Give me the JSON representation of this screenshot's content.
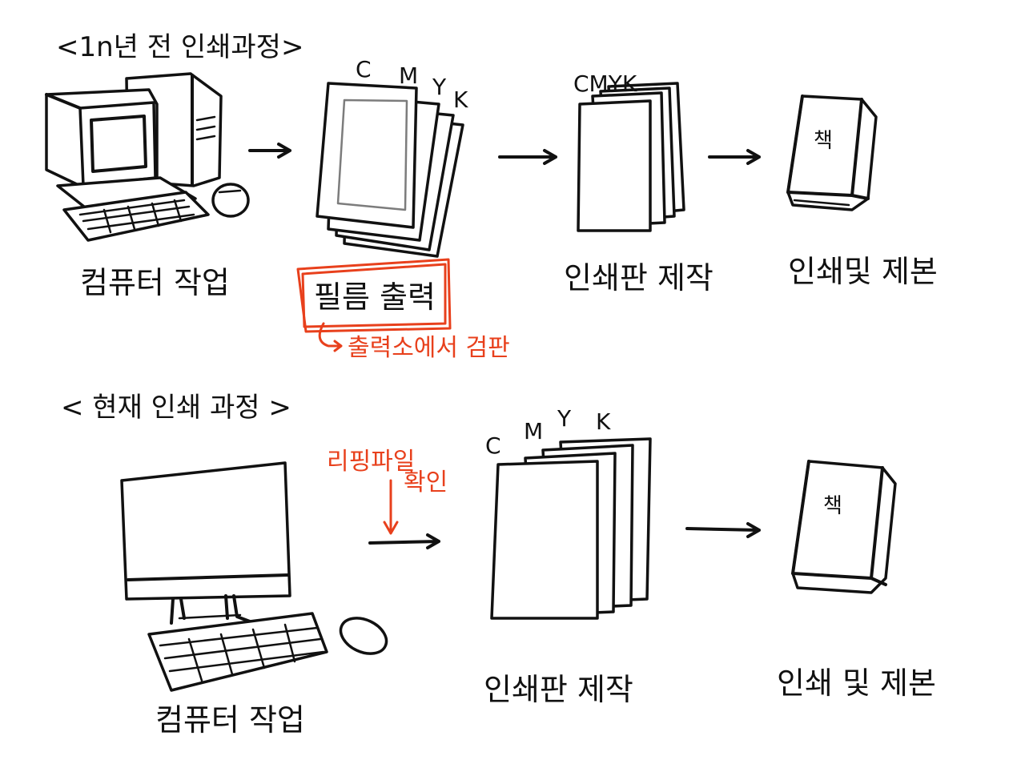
{
  "old": {
    "title": "<1n년 전 인쇄과정>",
    "film_channels": [
      "C",
      "M",
      "Y",
      "K"
    ],
    "plate_labels": "CMYK",
    "book_label": "책",
    "steps": [
      "컴퓨터 작업",
      "필름 출력",
      "인쇄판 제작",
      "인쇄및 제본"
    ],
    "note": "출력소에서 검판"
  },
  "new": {
    "title": "< 현재 인쇄 과정 >",
    "note_lines": [
      "리핑파일",
      "확인"
    ],
    "plate_channels": [
      "C",
      "M",
      "Y",
      "K"
    ],
    "book_label": "책",
    "steps": [
      "컴퓨터 작업",
      "인쇄판 제작",
      "인쇄 및 제본"
    ]
  },
  "colors": {
    "ink": "#111111",
    "annotation": "#e8401c",
    "background": "#ffffff"
  }
}
